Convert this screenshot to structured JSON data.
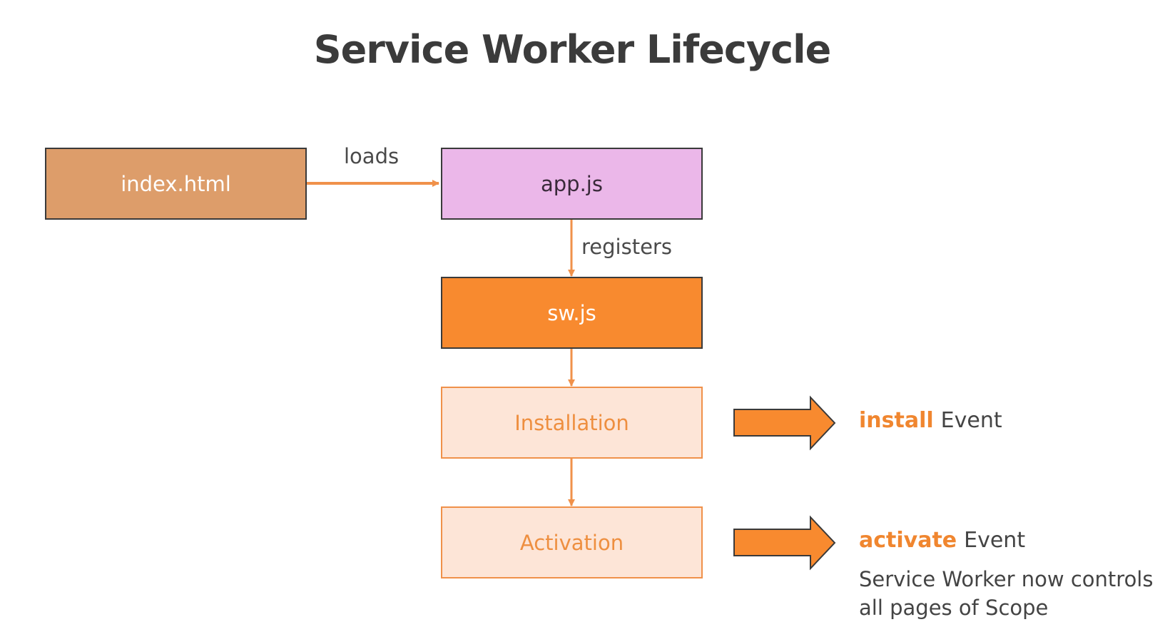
{
  "title": "Service Worker Lifecycle",
  "nodes": {
    "index": "index.html",
    "app": "app.js",
    "sw": "sw.js",
    "installation": "Installation",
    "activation": "Activation"
  },
  "edges": {
    "loads": "loads",
    "registers": "registers"
  },
  "events": {
    "install": {
      "keyword": "install",
      "suffix": "Event"
    },
    "activate": {
      "keyword": "activate",
      "suffix": "Event"
    }
  },
  "note": {
    "line1": "Service Worker now controls",
    "line2": "all pages of Scope"
  },
  "colors": {
    "index_fill": "#dd9d6a",
    "app_fill": "#ebb7e9",
    "sw_fill": "#f88a2f",
    "stage_fill": "#fde5d7",
    "stage_text": "#ee8f40",
    "connector": "#f0914a",
    "big_arrow": "#f88a2f"
  }
}
